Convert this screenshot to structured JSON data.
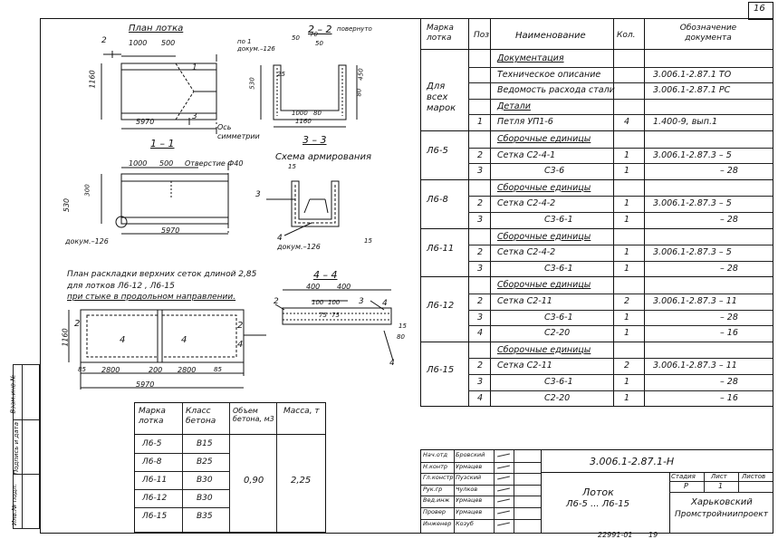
{
  "sheet": {
    "page_number": "16",
    "bottom_code": "22991-01",
    "bottom_page": "19"
  },
  "drawings": {
    "plan_title": "План лотка",
    "plan_dims": [
      "1000",
      "500",
      "5970",
      "1160",
      "2",
      "1",
      "3"
    ],
    "symmetry_axis": "Ось симметрии",
    "sec22_title": "2 – 2",
    "sec22_note": "повернуто",
    "sec22_dims": [
      "50",
      "70",
      "50",
      "530",
      "450",
      "80",
      "1000",
      "80",
      "1160",
      "25"
    ],
    "sec22_note_doc": "по 1 докум.–126",
    "sec33_title": "3 – 3",
    "sec11_title": "1 – 1",
    "sec11_dims": [
      "1000",
      "500",
      "530",
      "300",
      "5970"
    ],
    "hole_note": "Отверстие Ф40",
    "doc126_a": "докум.–126",
    "reinf_title": "Схема армирования",
    "reinf_dims": [
      "15",
      "3",
      "4",
      "15"
    ],
    "doc126_b": "докум.–126",
    "layout_title_1": "План раскладки верхних сеток длиной 2,85",
    "layout_title_2": "для лотков  Л6-12 , Л6-15",
    "layout_title_3": "при стыке в продольном направлении.",
    "layout_dims": [
      "2",
      "1160",
      "4",
      "4",
      "2",
      "4",
      "85",
      "2800",
      "200",
      "2800",
      "85",
      "5970"
    ],
    "sec44_title": "4 – 4",
    "sec44_dims": [
      "400",
      "400",
      "2",
      "100",
      "100",
      "3",
      "4",
      "4",
      "75",
      "75",
      "15",
      "80"
    ]
  },
  "mass_table": {
    "headers": [
      "Марка лотка",
      "Класс бетона",
      "Объем бетона, м3",
      "Масса, т"
    ],
    "rows": [
      {
        "mark": "Л6-5",
        "cls": "В15"
      },
      {
        "mark": "Л6-8",
        "cls": "В25"
      },
      {
        "mark": "Л6-11",
        "cls": "В30"
      },
      {
        "mark": "Л6-12",
        "cls": "В30"
      },
      {
        "mark": "Л6-15",
        "cls": "В35"
      }
    ],
    "volume": "0,90",
    "mass": "2,25"
  },
  "spec_table": {
    "headers": [
      "Марка лотка",
      "Поз",
      "Наименование",
      "Кол.",
      "Обозначение документа"
    ],
    "groups": [
      {
        "mark": "Для всех марок",
        "rows": [
          {
            "pos": "",
            "name": "Документация",
            "qty": "",
            "doc": "",
            "underline": true
          },
          {
            "pos": "",
            "name": "Техническое описание",
            "qty": "",
            "doc": "3.006.1-2.87.1  ТО"
          },
          {
            "pos": "",
            "name": "Ведомость расхода стали",
            "qty": "",
            "doc": "3.006.1-2.87.1  РС"
          },
          {
            "pos": "",
            "name": "Детали",
            "qty": "",
            "doc": "",
            "underline": true
          },
          {
            "pos": "1",
            "name": "Петля  УП1-6",
            "qty": "4",
            "doc": "1.400-9,  вып.1"
          }
        ]
      },
      {
        "mark": "Л6-5",
        "rows": [
          {
            "pos": "",
            "name": "Сборочные единицы",
            "qty": "",
            "doc": "",
            "underline": true
          },
          {
            "pos": "2",
            "name": "Сетка   С2-4-1",
            "qty": "1",
            "doc": "3.006.1-2.87.3 – 5"
          },
          {
            "pos": "3",
            "name": "С3-6",
            "qty": "1",
            "doc": "– 28"
          }
        ]
      },
      {
        "mark": "Л6-8",
        "rows": [
          {
            "pos": "",
            "name": "Сборочные единицы",
            "qty": "",
            "doc": "",
            "underline": true
          },
          {
            "pos": "2",
            "name": "Сетка   С2-4-2",
            "qty": "1",
            "doc": "3.006.1-2.87.3 – 5"
          },
          {
            "pos": "3",
            "name": "С3-6-1",
            "qty": "1",
            "doc": "– 28"
          }
        ]
      },
      {
        "mark": "Л6-11",
        "rows": [
          {
            "pos": "",
            "name": "Сборочные единицы",
            "qty": "",
            "doc": "",
            "underline": true
          },
          {
            "pos": "2",
            "name": "Сетка   С2-4-2",
            "qty": "1",
            "doc": "3.006.1-2.87.3 – 5"
          },
          {
            "pos": "3",
            "name": "С3-6-1",
            "qty": "1",
            "doc": "– 28"
          }
        ]
      },
      {
        "mark": "Л6-12",
        "rows": [
          {
            "pos": "",
            "name": "Сборочные единицы",
            "qty": "",
            "doc": "",
            "underline": true
          },
          {
            "pos": "2",
            "name": "Сетка   С2-11",
            "qty": "2",
            "doc": "3.006.1-2.87.3 – 11"
          },
          {
            "pos": "3",
            "name": "С3-6-1",
            "qty": "1",
            "doc": "– 28"
          },
          {
            "pos": "4",
            "name": "С2-20",
            "qty": "1",
            "doc": "– 16"
          }
        ]
      },
      {
        "mark": "Л6-15",
        "rows": [
          {
            "pos": "",
            "name": "Сборочные единицы",
            "qty": "",
            "doc": "",
            "underline": true
          },
          {
            "pos": "2",
            "name": "Сетка   С2-11",
            "qty": "2",
            "doc": "3.006.1-2.87.3 – 11"
          },
          {
            "pos": "3",
            "name": "С3-6-1",
            "qty": "1",
            "doc": "– 28"
          },
          {
            "pos": "4",
            "name": "С2-20",
            "qty": "1",
            "doc": "– 16"
          }
        ]
      }
    ]
  },
  "title_block": {
    "roles": [
      "Нач.отд",
      "Н.контр",
      "Гл.констр",
      "Рук.гр",
      "Вед.инж",
      "Провер",
      "Инженер"
    ],
    "names": [
      "Бровский",
      "Урмацев",
      "Пузский",
      "Чулков",
      "Урмацев",
      "Урмацев",
      "Козуб"
    ],
    "code": "3.006.1-2.87.1-Н",
    "product_1": "Лоток",
    "product_2": "Л6-5 ... Л6-15",
    "stage_hdr": "Стадия",
    "sheet_hdr": "Лист",
    "sheets_hdr": "Листов",
    "stage": "Р",
    "sheet": "1",
    "org_1": "Харьковский",
    "org_2": "Промстройниипроект"
  },
  "side_stamp": {
    "items": [
      "Инв.№ подл.",
      "Подпись и дата",
      "Взам.инв.№"
    ]
  }
}
